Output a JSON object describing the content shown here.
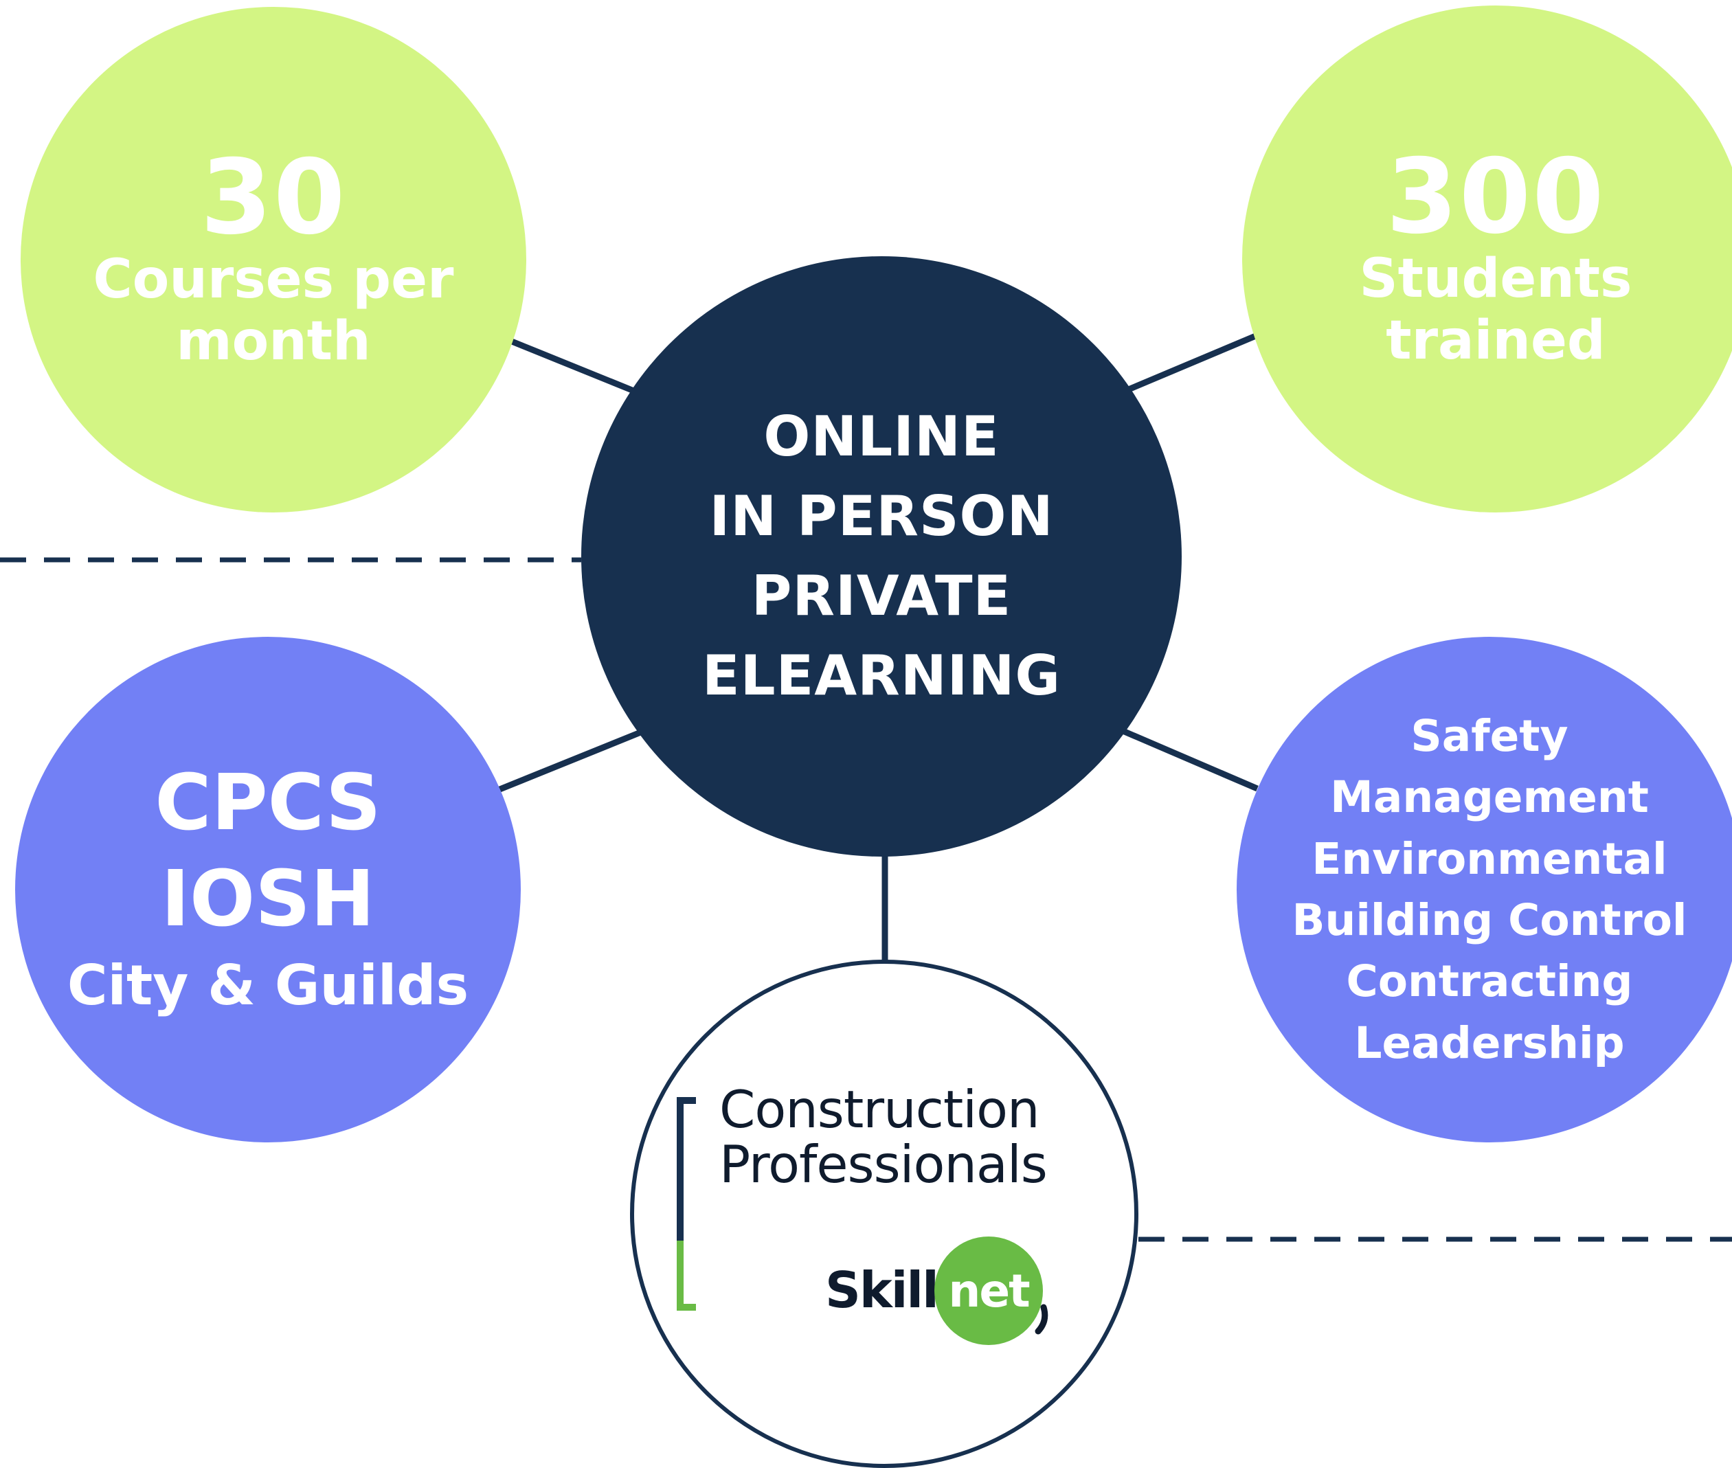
{
  "colors": {
    "green": "#d3f584",
    "blue": "#7280f5",
    "navy": "#17304f",
    "logo_green": "#69bb45",
    "text": "#ffffff"
  },
  "top_left": {
    "number": "30",
    "label_1": "Courses per",
    "label_2": "month"
  },
  "top_right": {
    "number": "300",
    "label_1": "Students",
    "label_2": "trained"
  },
  "center": {
    "lines": [
      "ONLINE",
      "IN PERSON",
      "PRIVATE",
      "ELEARNING"
    ]
  },
  "left": {
    "lines": [
      "CPCS",
      "IOSH",
      "City & Guilds"
    ]
  },
  "right": {
    "lines": [
      "Safety",
      "Management",
      "Environmental",
      "Building Control",
      "Contracting",
      "Leadership"
    ]
  },
  "logo": {
    "line_1": "Construction",
    "line_2": "Professionals",
    "skill": "Skill",
    "net": "net"
  }
}
